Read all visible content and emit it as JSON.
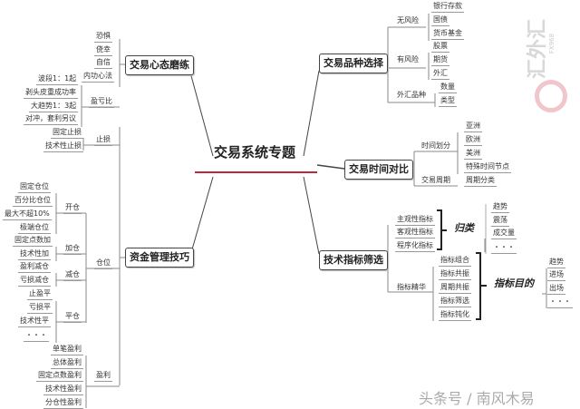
{
  "title": "交易系统专题",
  "accent_color": "#c0283c",
  "mindset": {
    "label": "交易心态磨练",
    "items": [
      "恐惧",
      "侥幸",
      "自信",
      "内功心法"
    ]
  },
  "money": {
    "label": "资金管理技巧",
    "rr": {
      "label": "盈亏比",
      "items": [
        "波段1：1起",
        "剥头皮重成功率",
        "大趋势1：3起",
        "对冲，套利另议"
      ]
    },
    "stop": {
      "label": "止损",
      "items": [
        "固定止损",
        "技术性止损"
      ]
    },
    "position": {
      "label": "仓位",
      "open": {
        "label": "开仓",
        "items": [
          "固定仓位",
          "百分比仓位",
          "最大不超10%",
          "极端仓位"
        ]
      },
      "add": {
        "label": "加仓",
        "items": [
          "固定点数加",
          "技术性加"
        ]
      },
      "reduce": {
        "label": "减仓",
        "items": [
          "盈利减仓",
          "亏损减仓"
        ]
      },
      "close": {
        "label": "平仓",
        "items": [
          "止盈平",
          "亏损平",
          "技术性平",
          "・・・"
        ]
      }
    },
    "profit": {
      "label": "盈利",
      "items": [
        "单笔盈利",
        "总体盈利",
        "固定点数盈利",
        "技术性盈利",
        "分仓性盈利"
      ]
    }
  },
  "variety": {
    "label": "交易品种选择",
    "norisk": {
      "label": "无风险",
      "items": [
        "银行存款",
        "国债",
        "货币基金"
      ]
    },
    "risk": {
      "label": "有风险",
      "items": [
        "股票",
        "期货",
        "外汇"
      ]
    },
    "fx": {
      "label": "外汇品种",
      "items": [
        "数量",
        "类型"
      ]
    }
  },
  "time": {
    "label": "交易时间对比",
    "division": {
      "label": "时间划分",
      "items": [
        "亚洲",
        "欧洲",
        "美洲",
        "特殊时间节点"
      ]
    },
    "cycle": {
      "label": "交易周期",
      "items": [
        "周期分类"
      ]
    }
  },
  "indicator": {
    "label": "技术指标筛选",
    "types": [
      "主观性指标",
      "客观性指标",
      "程序化指标"
    ],
    "classify": {
      "label": "归类",
      "items": [
        "趋势",
        "震荡",
        "成交量",
        "・・・"
      ]
    },
    "essence": {
      "label": "指标精华",
      "items": [
        "指标组合",
        "指标共振",
        "周期共振",
        "指标筛选",
        "指标钝化"
      ]
    },
    "purpose": {
      "label": "指标目的",
      "items": [
        "趋势",
        "进场",
        "出场",
        "・・・"
      ]
    }
  },
  "watermark": "头条号 / 南风木易",
  "logo": {
    "text": "汇外汇",
    "sub": "FX968"
  }
}
